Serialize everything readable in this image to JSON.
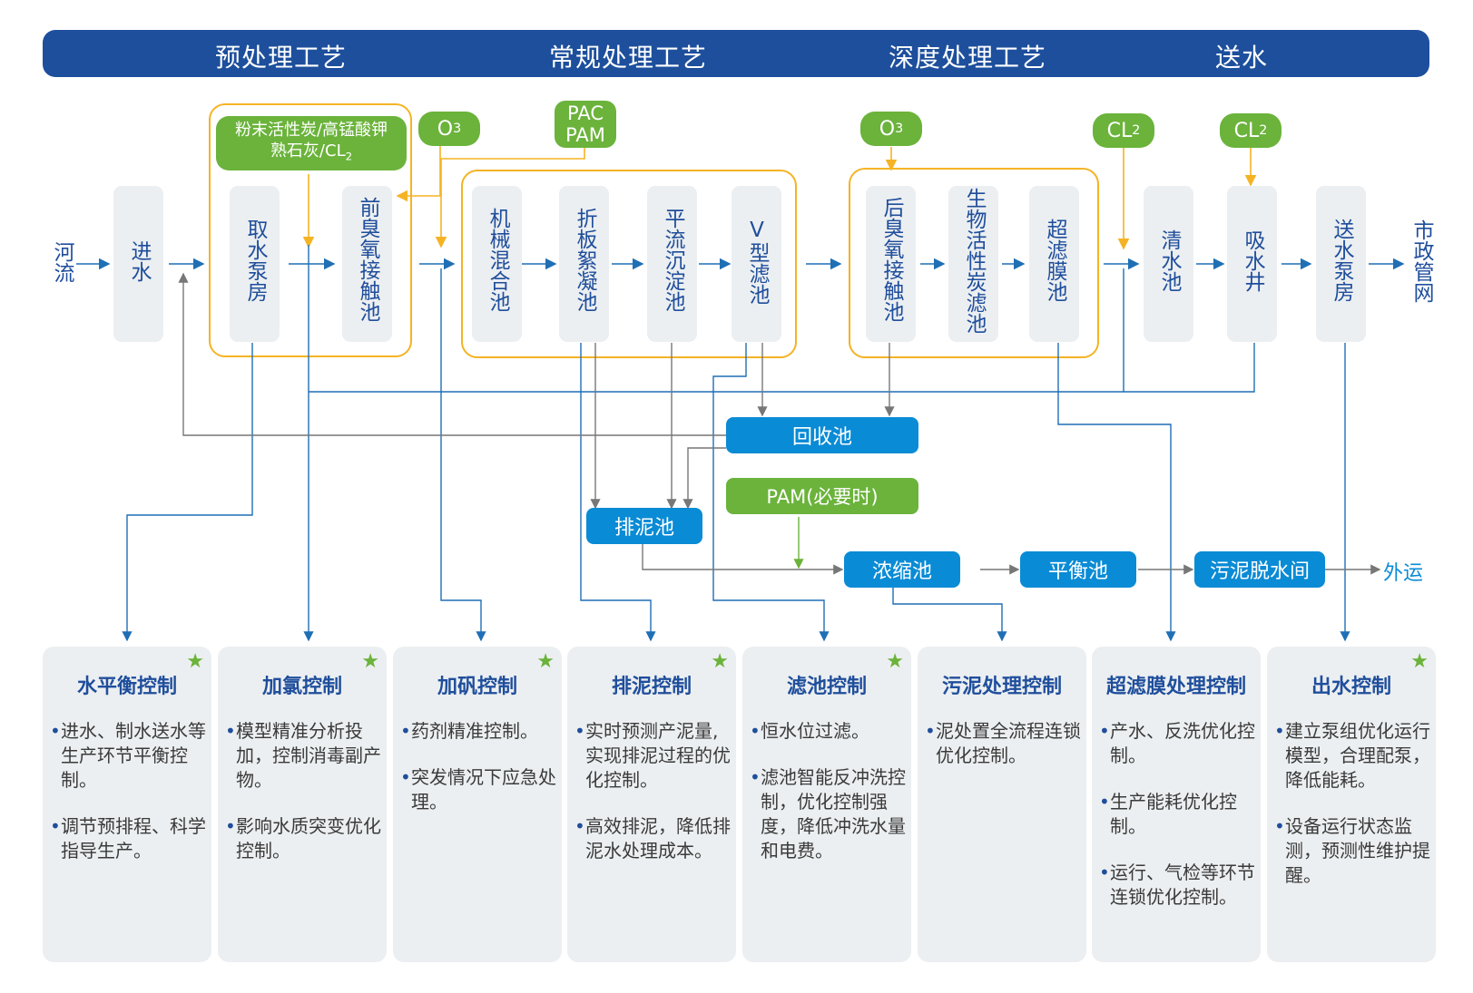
{
  "banner": {
    "stage1": "预处理工艺",
    "stage2": "常规处理工艺",
    "stage3": "深度处理工艺",
    "stage4": "送水"
  },
  "process": {
    "source": "河流",
    "inlet": "进水",
    "intake_pump": "取水泵房",
    "pre_ozone": "前臭氧接触池",
    "mixing": "机械混合池",
    "flocculation": "折板絮凝池",
    "sedimentation": "平流沉淀池",
    "v_filter": "V型滤池",
    "post_ozone": "后臭氧接触池",
    "bio_carbon": "生物活性炭滤池",
    "ultrafiltration": "超滤膜池",
    "clear_water": "清水池",
    "suction_well": "吸水井",
    "delivery_pump": "送水泵房",
    "network": "市政管网"
  },
  "chemicals": {
    "pre_dose_line1": "粉末活性炭/高锰酸钾",
    "pre_dose_line2": "熟石灰/CL",
    "pre_dose_sub": "2",
    "o3_1": "O",
    "o3_1_sub": "3",
    "pac": "PAC",
    "pam": "PAM",
    "o3_2": "O",
    "o3_2_sub": "3",
    "cl2_1": "CL",
    "cl2_1_sub": "2",
    "cl2_2": "CL",
    "cl2_2_sub": "2"
  },
  "sludge": {
    "recovery_tank": "回收池",
    "sludge_tank": "排泥池",
    "pam_optional": "PAM(必要时)",
    "thickener": "浓缩池",
    "balance_tank": "平衡池",
    "dewatering": "污泥脱水间",
    "export": "外运"
  },
  "cards": [
    {
      "title": "水平衡控制",
      "star": true,
      "bullets": [
        "进水、制水送水等生产环节平衡控制。",
        "调节预排程、科学指导生产。"
      ]
    },
    {
      "title": "加氯控制",
      "star": true,
      "bullets": [
        "模型精准分析投加，控制消毒副产物。",
        "影响水质突变优化控制。"
      ]
    },
    {
      "title": "加矾控制",
      "star": true,
      "bullets": [
        "药剂精准控制。",
        "突发情况下应急处理。"
      ]
    },
    {
      "title": "排泥控制",
      "star": true,
      "bullets": [
        "实时预测产泥量,实现排泥过程的优化控制。",
        "高效排泥，降低排泥水处理成本。"
      ]
    },
    {
      "title": "滤池控制",
      "star": true,
      "bullets": [
        "恒水位过滤。",
        "滤池智能反冲洗控制，优化控制强度，降低冲洗水量和电费。"
      ]
    },
    {
      "title": "污泥处理控制",
      "star": false,
      "bullets": [
        "泥处置全流程连锁优化控制。"
      ]
    },
    {
      "title": "超滤膜处理控制",
      "star": false,
      "bullets": [
        "产水、反洗优化控制。",
        "生产能耗优化控制。",
        "运行、气检等环节连锁优化控制。"
      ]
    },
    {
      "title": "出水控制",
      "star": true,
      "bullets": [
        "建立泵组优化运行模型，合理配泵，降低能耗。",
        "设备运行状态监测，预测性维护提醒。"
      ]
    }
  ],
  "colors": {
    "banner": "#1d4f9c",
    "process_box": "#eceff1",
    "chemical_box": "#6bb33b",
    "sludge_box": "#0a8bd5",
    "group_outline": "#f5b324",
    "connector": "#0a8bd5",
    "text": "#1f4e9c"
  },
  "icons": {
    "card_badge": "star-icon"
  }
}
